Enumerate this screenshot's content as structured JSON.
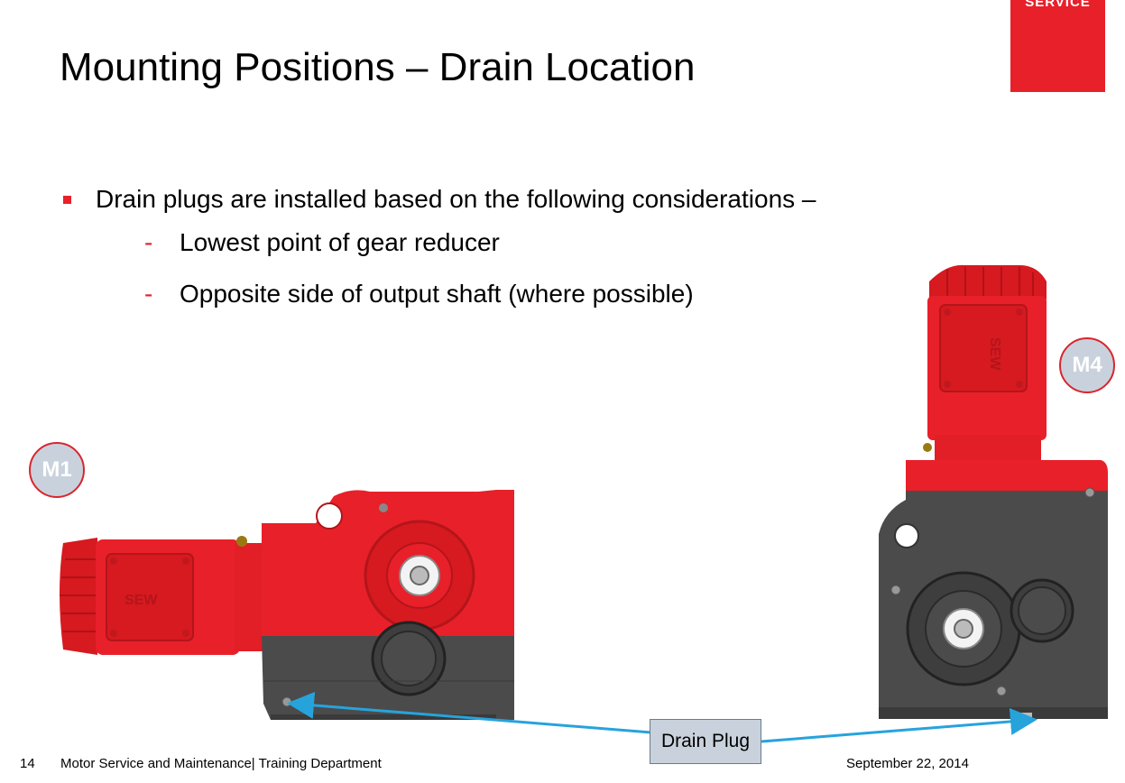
{
  "logo": {
    "text": "SERVICE",
    "color": "#e8202a"
  },
  "title": "Mounting Positions – Drain Location",
  "bullet": {
    "text": "Drain plugs are installed based on the following considerations –",
    "subitems": [
      {
        "marker": "-",
        "text": "Lowest point of gear reducer"
      },
      {
        "marker": "-",
        "text": "Opposite side of output shaft (where possible)"
      }
    ]
  },
  "figures": [
    {
      "badge": "M1",
      "brand": "SEW"
    },
    {
      "badge": "M4",
      "brand": "SEW"
    }
  ],
  "callout": "Drain Plug",
  "footer": {
    "page_number": "14",
    "course": "Motor Service and Maintenance| Training Department",
    "date": "September 22, 2014"
  },
  "colors": {
    "accent": "#e8202a",
    "housing_dark": "#4b4b4b",
    "badge_fill": "#c9d2dc",
    "arrow": "#27a3dc"
  }
}
